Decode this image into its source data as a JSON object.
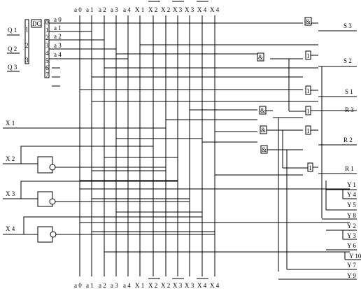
{
  "decoder": {
    "title": "DC",
    "inputs": [
      {
        "label": "Q 1",
        "pin": "1"
      },
      {
        "label": "Q 2",
        "pin": "2"
      },
      {
        "label": "Q 3",
        "pin": "3"
      }
    ],
    "output_pins": [
      "0",
      "1",
      "2",
      "3",
      "4",
      "5",
      "6",
      "7"
    ],
    "output_labels": [
      "a 0",
      "a 1",
      "a 2",
      "a 3",
      "a 4"
    ]
  },
  "bus_top": [
    "a 0",
    "a 1",
    "a 2",
    "a 3",
    "a 4",
    "X 1",
    "X 2",
    "X 2",
    "X 3",
    "X 3",
    "X 4",
    "X 4"
  ],
  "bus_bottom": [
    "a 0",
    "a 1",
    "a 2",
    "a 3",
    "a 4",
    "X 1",
    "X 2",
    "X 2",
    "X 3",
    "X 3",
    "X 4",
    "X 4"
  ],
  "inputs": [
    "X 1",
    "X 2",
    "X 3",
    "X 4"
  ],
  "gates": {
    "and": "&",
    "or": "1"
  },
  "outputs_state": [
    "S 3",
    "S 2",
    "S 1",
    "R 3",
    "R 2",
    "R 1"
  ],
  "outputs_y": [
    "Y 1",
    "Y 4",
    "Y 5",
    "Y 8",
    "Y 2",
    "Y 3",
    "Y 6",
    "Y 10",
    "Y 7",
    "Y 9"
  ]
}
